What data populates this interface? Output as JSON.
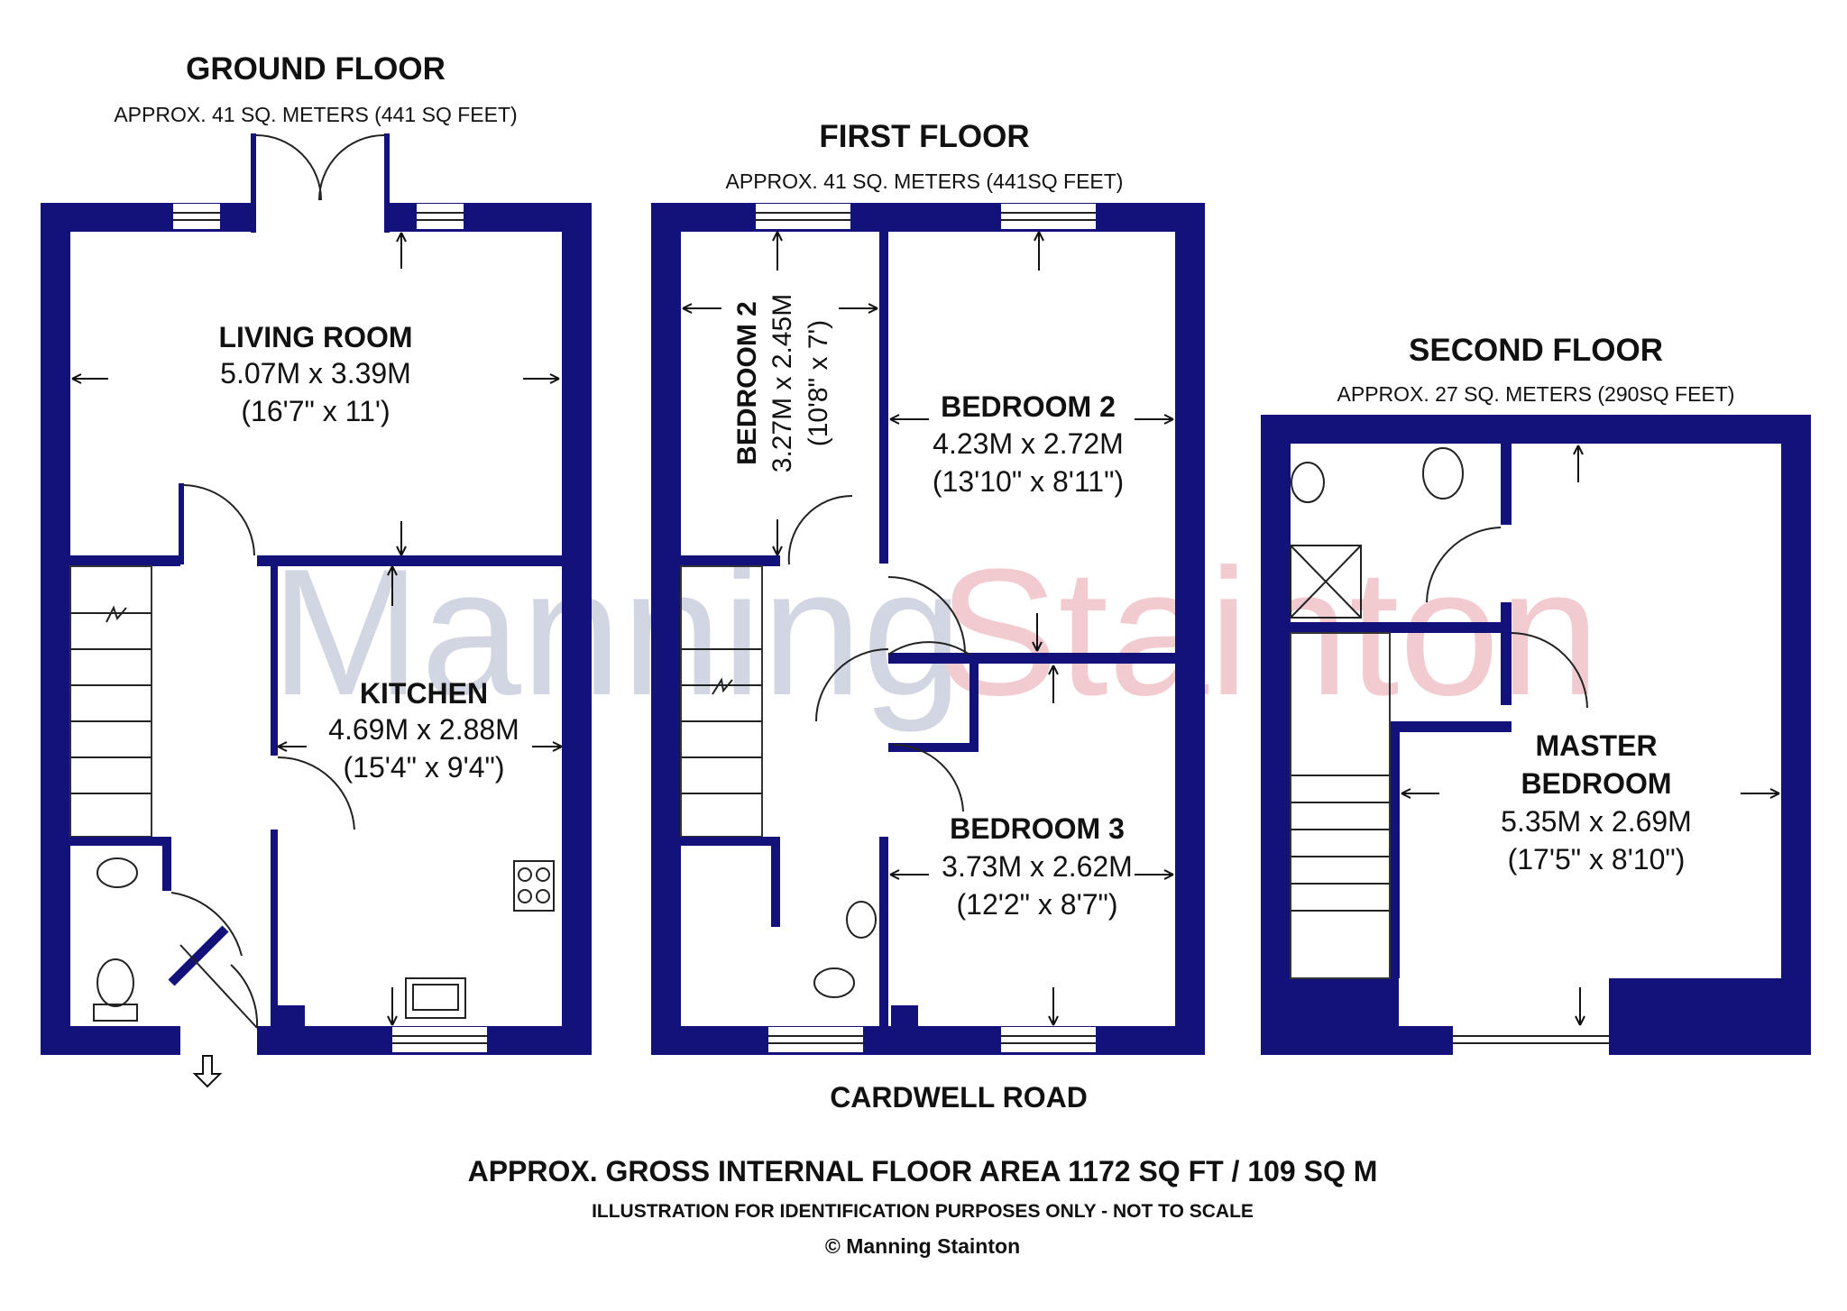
{
  "floors": {
    "ground": {
      "title": "GROUND FLOOR",
      "area": "APPROX. 41 SQ. METERS (441 SQ FEET)",
      "rooms": [
        {
          "name": "LIVING ROOM",
          "metric": "5.07M x 3.39M",
          "imperial": "(16'7\" x 11')"
        },
        {
          "name": "KITCHEN",
          "metric": "4.69M x 2.88M",
          "imperial": "(15'4\" x 9'4\")"
        }
      ]
    },
    "first": {
      "title": "FIRST FLOOR",
      "area": "APPROX. 41 SQ. METERS (441SQ FEET)",
      "rooms": [
        {
          "name": "BEDROOM 2",
          "metric": "3.27M x 2.45M",
          "imperial": "(10'8\" x 7')"
        },
        {
          "name": "BEDROOM 2",
          "metric": "4.23M x 2.72M",
          "imperial": "(13'10\" x 8'11\")"
        },
        {
          "name": "BEDROOM 3",
          "metric": "3.73M x 2.62M",
          "imperial": "(12'2\" x 8'7\")"
        }
      ]
    },
    "second": {
      "title": "SECOND FLOOR",
      "area": "APPROX. 27 SQ. METERS (290SQ FEET)",
      "rooms": [
        {
          "name_line1": "MASTER",
          "name_line2": "BEDROOM",
          "metric": "5.35M x 2.69M",
          "imperial": "(17'5\" x 8'10\")"
        }
      ]
    }
  },
  "street": "CARDWELL ROAD",
  "footer": {
    "gross_area": "APPROX. GROSS INTERNAL FLOOR AREA 1172 SQ FT / 109 SQ M",
    "disclaimer": "ILLUSTRATION FOR IDENTIFICATION PURPOSES ONLY - NOT TO SCALE",
    "copyright": "© Manning Stainton"
  },
  "watermark": {
    "word1": "Manning",
    "word2": "Stainton"
  },
  "colors": {
    "wall": "#13117a",
    "watermark_1": "#c9d0de",
    "watermark_2": "#f0c3c8"
  }
}
